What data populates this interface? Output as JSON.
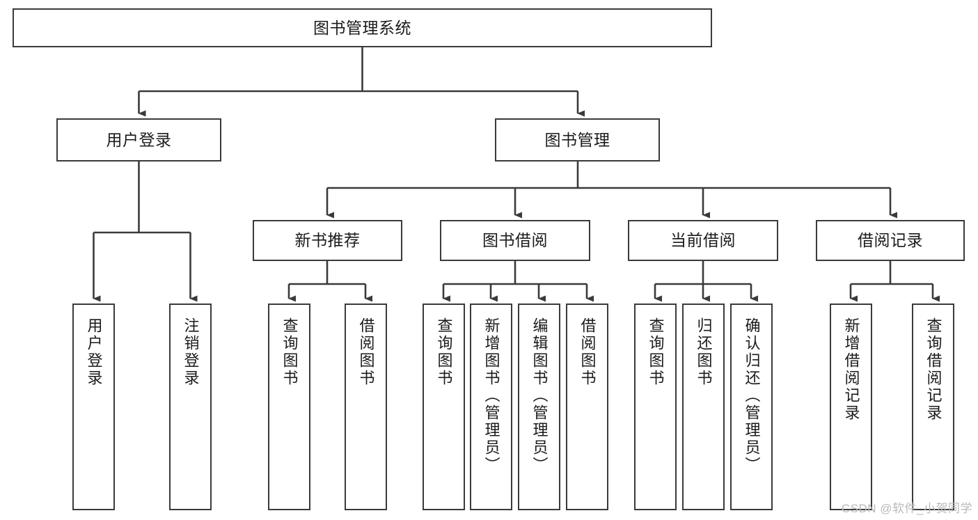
{
  "diagram": {
    "title": "图书管理系统",
    "type": "tree-hierarchy-diagram",
    "colors": {
      "node_border": "#3a3a3a",
      "node_fill": "#ffffff",
      "connector": "#3a3a3a",
      "text": "#1b1b1b",
      "watermark": "#b9b9b9",
      "background": "#ffffff"
    },
    "root": {
      "label": "图书管理系统"
    },
    "level2": [
      {
        "label": "用户登录"
      },
      {
        "label": "图书管理"
      }
    ],
    "level3": [
      {
        "label": "新书推荐"
      },
      {
        "label": "图书借阅"
      },
      {
        "label": "当前借阅"
      },
      {
        "label": "借阅记录"
      }
    ],
    "leaves": {
      "user_login": [
        {
          "label": "用户登录"
        },
        {
          "label": "注销登录"
        }
      ],
      "new_book_recommend": [
        {
          "label": "查询图书"
        },
        {
          "label": "借阅图书"
        }
      ],
      "book_borrow": [
        {
          "label": "查询图书"
        },
        {
          "label": "新增图书（管理员）"
        },
        {
          "label": "编辑图书（管理员）"
        },
        {
          "label": "借阅图书"
        }
      ],
      "current_borrow": [
        {
          "label": "查询图书"
        },
        {
          "label": "归还图书"
        },
        {
          "label": "确认归还（管理员）"
        }
      ],
      "borrow_record": [
        {
          "label": "新增借阅记录"
        },
        {
          "label": "查询借阅记录"
        }
      ]
    }
  },
  "watermark": {
    "text": "CSDN @软件_小贺同学"
  }
}
